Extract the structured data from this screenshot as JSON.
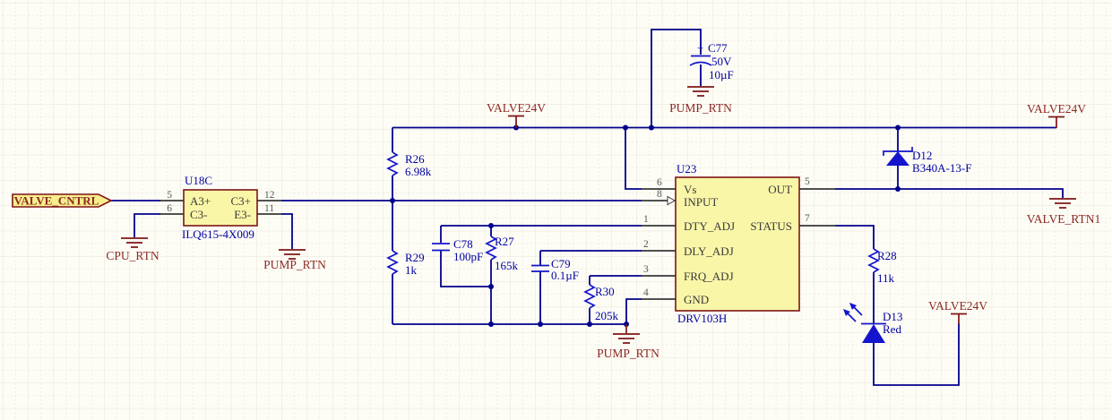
{
  "colors": {
    "background": "#FDFDF6",
    "grid_major": "#E7E4D9",
    "grid_minor": "#ECE9DF",
    "wire": "#00008B",
    "symbol_blue": "#1414CC",
    "net_label_maroon": "#8C2922",
    "component_fill": "#FAF6A8",
    "component_border": "#7E1516",
    "port_fill": "#F7EF8E"
  },
  "ports": {
    "valve_cntrl": {
      "label": "VALVE_CNTRL"
    }
  },
  "nets": {
    "valve24v": "VALVE24V",
    "pump_rtn": "PUMP_RTN",
    "cpu_rtn": "CPU_RTN",
    "valve_rtn1": "VALVE_RTN1"
  },
  "components": {
    "U18C": {
      "designator": "U18C",
      "part": "ILQ615-4X009",
      "pin_numbers": {
        "p5": "5",
        "p6": "6",
        "p12": "12",
        "p11": "11"
      },
      "pin_names": {
        "a3p": "A3+",
        "c3m": "C3-",
        "c3p": "C3+",
        "e3m": "E3-"
      }
    },
    "U23": {
      "designator": "U23",
      "part": "DRV103H",
      "pin_names": {
        "vs": "Vs",
        "input": "INPUT",
        "dty": "DTY_ADJ",
        "dly": "DLY_ADJ",
        "frq": "FRQ_ADJ",
        "gnd": "GND",
        "out": "OUT",
        "status": "STATUS"
      },
      "pin_numbers": {
        "vs": "6",
        "input": "8",
        "dty": "1",
        "dly": "2",
        "frq": "3",
        "gnd": "4",
        "out": "5",
        "status": "7"
      }
    },
    "R26": {
      "designator": "R26",
      "value": "6.98k"
    },
    "R27": {
      "designator": "R27",
      "value": "165k"
    },
    "R28": {
      "designator": "R28",
      "value": "11k"
    },
    "R29": {
      "designator": "R29",
      "value": "1k"
    },
    "R30": {
      "designator": "R30",
      "value": "205k"
    },
    "C77": {
      "designator": "C77",
      "polarity_mark": "+",
      "voltage": "50V",
      "value": "10µF"
    },
    "C78": {
      "designator": "C78",
      "value": "100pF"
    },
    "C79": {
      "designator": "C79",
      "value": "0.1µF"
    },
    "D12": {
      "designator": "D12",
      "part": "B340A-13-F"
    },
    "D13": {
      "designator": "D13",
      "value": "Red"
    }
  }
}
